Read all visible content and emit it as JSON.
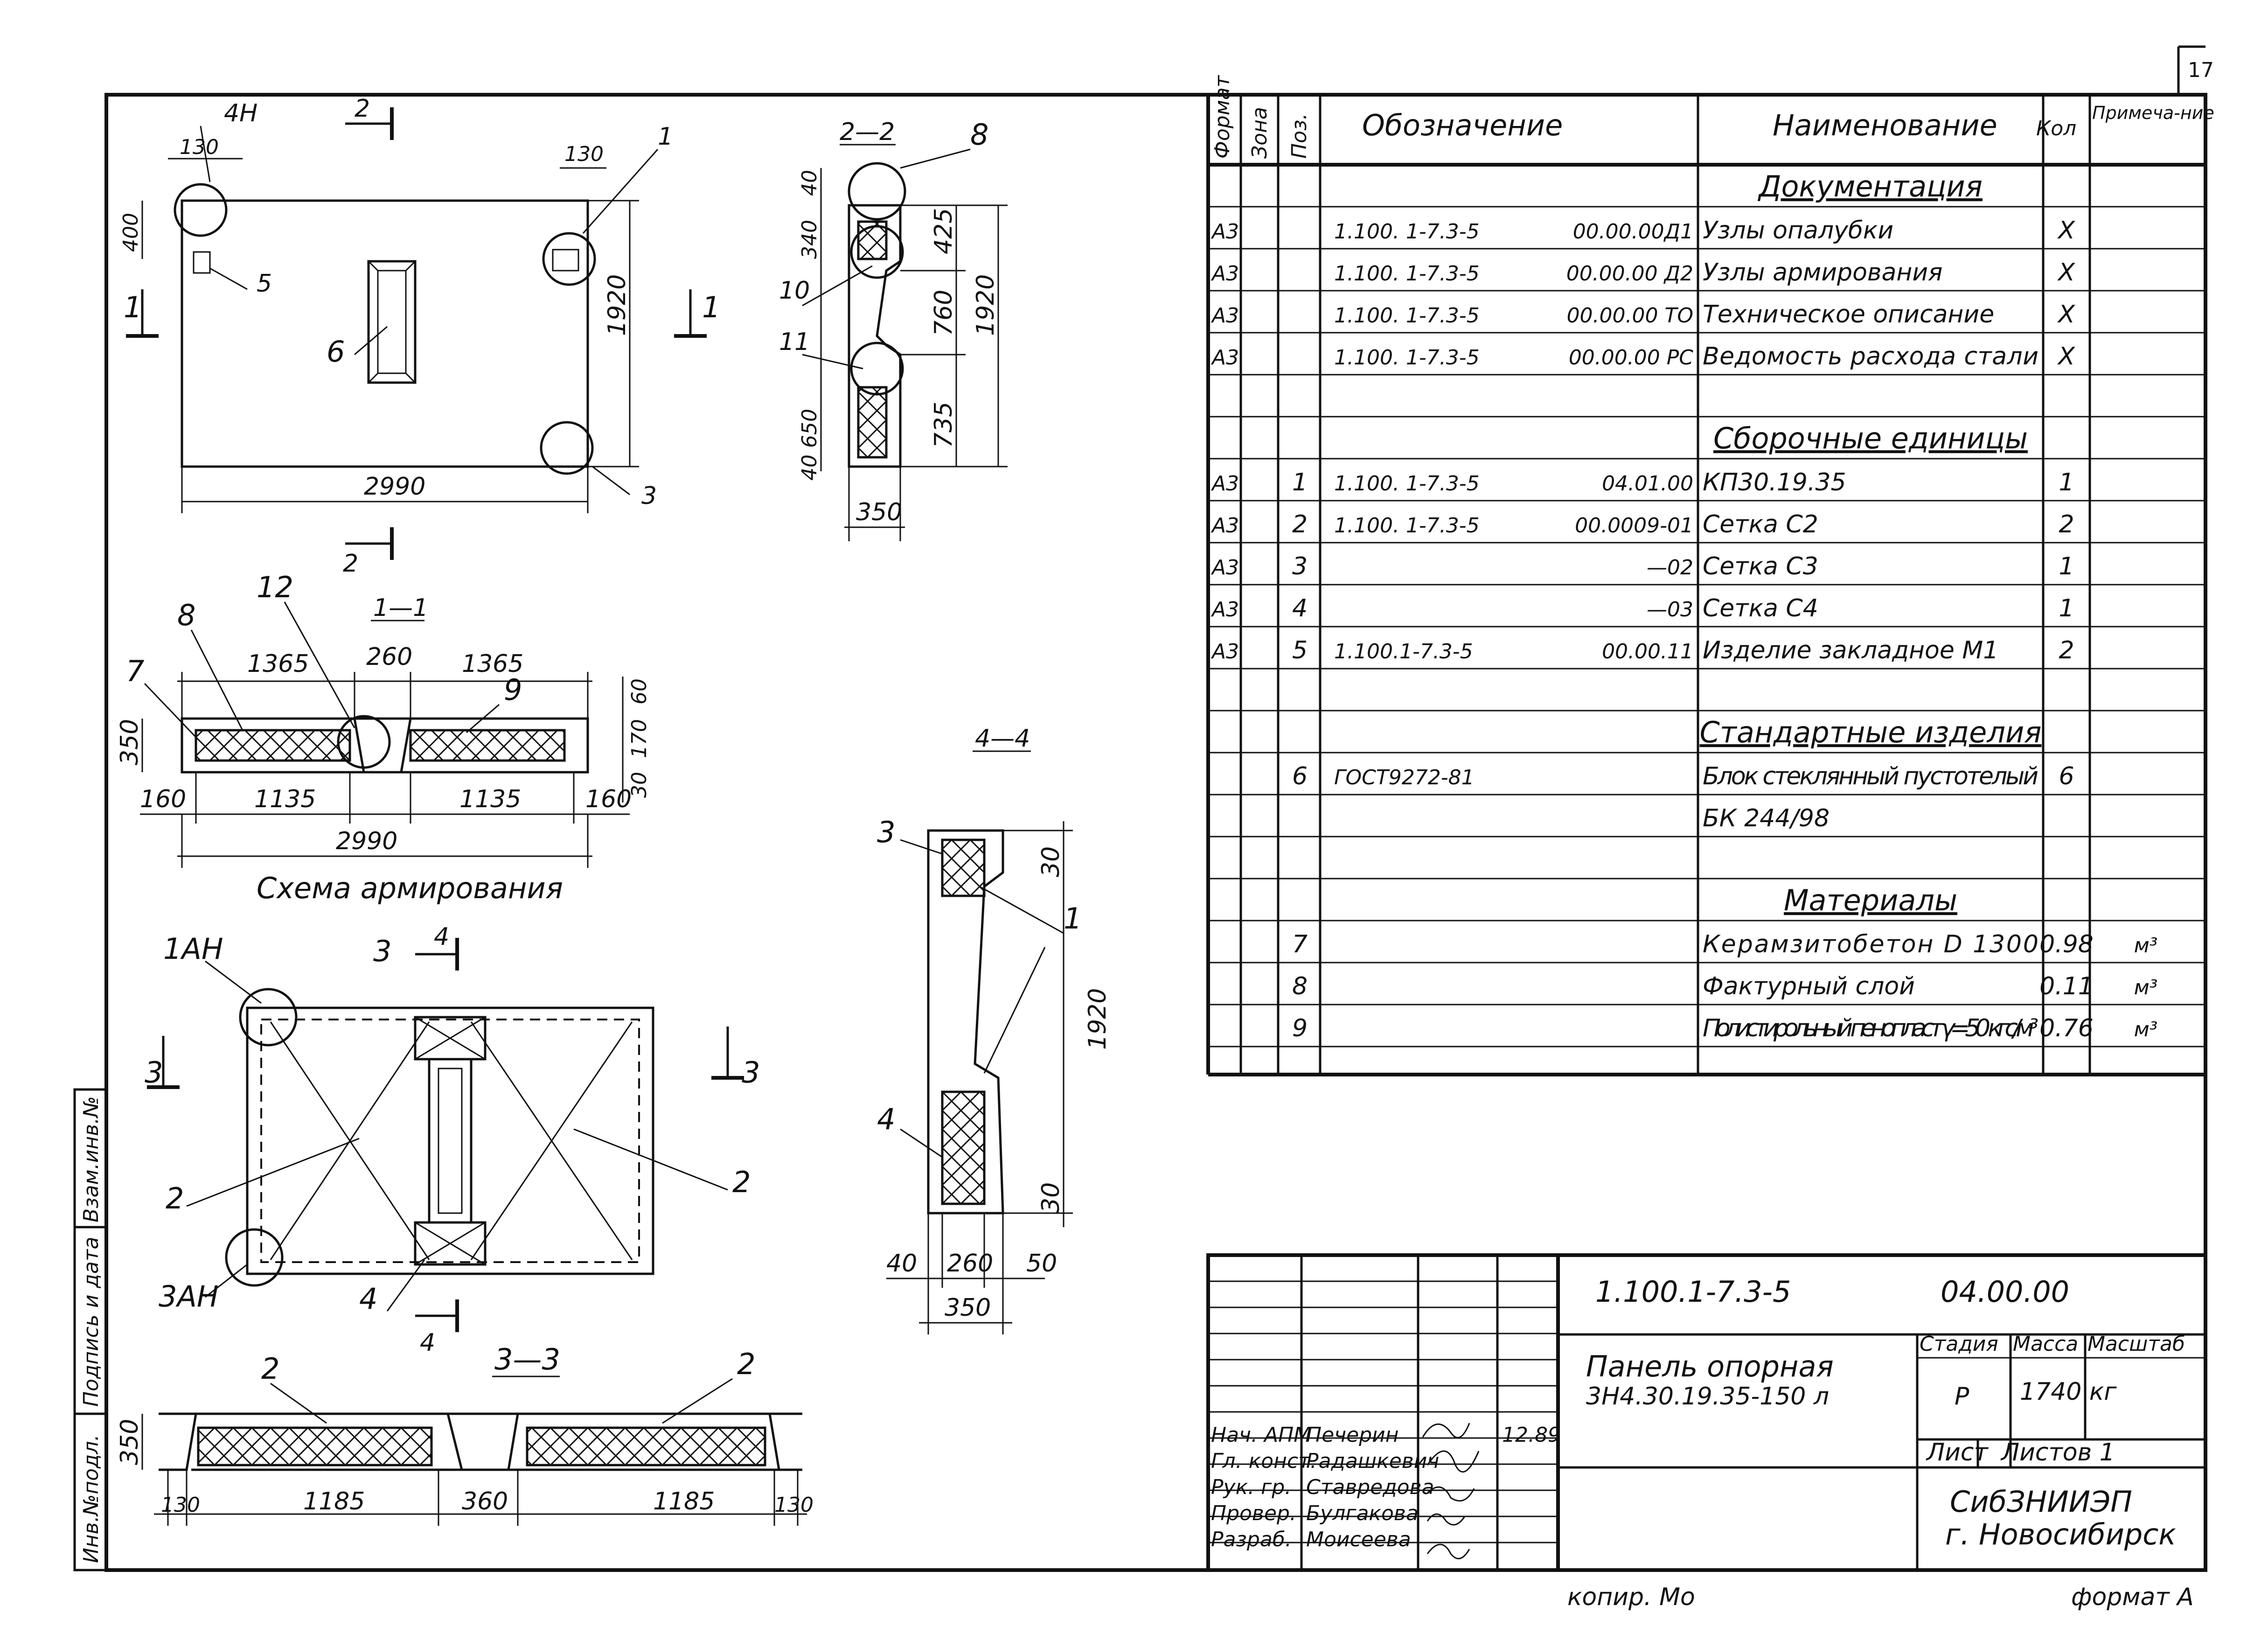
{
  "sheet_number": "17",
  "stamps": {
    "copied": "копир. Мо",
    "format": "формат А"
  },
  "side_stamp": [
    "Инв.№подл.",
    "Подпись и дата",
    "Взам.инв.№"
  ],
  "views": {
    "plan": {
      "dims": [
        "130",
        "130",
        "400",
        "1920",
        "2990"
      ],
      "marks": [
        "4Н",
        "2",
        "2",
        "1",
        "1",
        "1",
        "3",
        "5",
        "6"
      ]
    },
    "section_2_2": {
      "title": "2—2",
      "dims": [
        "40",
        "340",
        "425",
        "760",
        "1920",
        "650",
        "735",
        "40",
        "350"
      ],
      "marks": [
        "8",
        "10",
        "11"
      ]
    },
    "section_1_1": {
      "title": "1—1",
      "dims": [
        "1365",
        "260",
        "1365",
        "60",
        "350",
        "170",
        "30",
        "160",
        "1135",
        "1135",
        "160",
        "2990"
      ],
      "marks": [
        "8",
        "12",
        "7",
        "9"
      ]
    },
    "scheme": {
      "title": "Схема армирования",
      "marks": [
        "1АН",
        "3",
        "4",
        "3",
        "3",
        "2",
        "2",
        "3АН",
        "4",
        "4"
      ]
    },
    "section_4_4": {
      "title": "4—4",
      "dims": [
        "30",
        "1920",
        "30",
        "40",
        "260",
        "50",
        "350"
      ],
      "marks": [
        "3",
        "1",
        "4"
      ]
    },
    "section_3_3": {
      "title": "3—3",
      "dims": [
        "350",
        "130",
        "1185",
        "360",
        "1185",
        "130"
      ],
      "marks": [
        "2",
        "2"
      ]
    }
  },
  "spec": {
    "headers": [
      "Формат",
      "Зона",
      "Поз.",
      "Обозначение",
      "Наименование",
      "Кол",
      "Примеча-ние"
    ],
    "rows": [
      {
        "fmt": "",
        "pos": "",
        "code": "",
        "code2": "",
        "name": "Документация",
        "qty": "",
        "note": "",
        "section": true
      },
      {
        "fmt": "А3",
        "pos": "",
        "code": "1.100. 1-7.3-5",
        "code2": "00.00.00Д1",
        "name": "Узлы опалубки",
        "qty": "X",
        "note": ""
      },
      {
        "fmt": "А3",
        "pos": "",
        "code": "1.100. 1-7.3-5",
        "code2": "00.00.00 Д2",
        "name": "Узлы армирования",
        "qty": "X",
        "note": ""
      },
      {
        "fmt": "А3",
        "pos": "",
        "code": "1.100. 1-7.3-5",
        "code2": "00.00.00 ТО",
        "name": "Техническое описание",
        "qty": "X",
        "note": ""
      },
      {
        "fmt": "А3",
        "pos": "",
        "code": "1.100. 1-7.3-5",
        "code2": "00.00.00 РС",
        "name": "Ведомость расхода стали",
        "qty": "X",
        "note": ""
      },
      {
        "fmt": "",
        "pos": "",
        "code": "",
        "code2": "",
        "name": "",
        "qty": "",
        "note": ""
      },
      {
        "fmt": "",
        "pos": "",
        "code": "",
        "code2": "",
        "name": "Сборочные единицы",
        "qty": "",
        "note": "",
        "section": true
      },
      {
        "fmt": "А3",
        "pos": "1",
        "code": "1.100. 1-7.3-5",
        "code2": "04.01.00",
        "name": "КП30.19.35",
        "qty": "1",
        "note": ""
      },
      {
        "fmt": "А3",
        "pos": "2",
        "code": "1.100. 1-7.3-5",
        "code2": "00.0009-01",
        "name": "Сетка С2",
        "qty": "2",
        "note": ""
      },
      {
        "fmt": "А3",
        "pos": "3",
        "code": "",
        "code2": "—02",
        "name": "Сетка С3",
        "qty": "1",
        "note": ""
      },
      {
        "fmt": "А3",
        "pos": "4",
        "code": "",
        "code2": "—03",
        "name": "Сетка С4",
        "qty": "1",
        "note": ""
      },
      {
        "fmt": "А3",
        "pos": "5",
        "code": "1.100.1-7.3-5",
        "code2": "00.00.11",
        "name": "Изделие закладное М1",
        "qty": "2",
        "note": ""
      },
      {
        "fmt": "",
        "pos": "",
        "code": "",
        "code2": "",
        "name": "",
        "qty": "",
        "note": ""
      },
      {
        "fmt": "",
        "pos": "",
        "code": "",
        "code2": "",
        "name": "Стандартные изделия",
        "qty": "",
        "note": "",
        "section": true
      },
      {
        "fmt": "",
        "pos": "6",
        "code": "ГОСТ9272-81",
        "code2": "",
        "name": "Блок стеклянный пустотелый",
        "qty": "6",
        "note": ""
      },
      {
        "fmt": "",
        "pos": "",
        "code": "",
        "code2": "",
        "name": "БК 244/98",
        "qty": "",
        "note": ""
      },
      {
        "fmt": "",
        "pos": "",
        "code": "",
        "code2": "",
        "name": "",
        "qty": "",
        "note": ""
      },
      {
        "fmt": "",
        "pos": "",
        "code": "",
        "code2": "",
        "name": "Материалы",
        "qty": "",
        "note": "",
        "section": true
      },
      {
        "fmt": "",
        "pos": "7",
        "code": "",
        "code2": "",
        "name": "Керамзитобетон D 1300",
        "qty": "0.98",
        "note": "м³"
      },
      {
        "fmt": "",
        "pos": "8",
        "code": "",
        "code2": "",
        "name": "Фактурный слой",
        "qty": "0.11",
        "note": "м³"
      },
      {
        "fmt": "",
        "pos": "9",
        "code": "",
        "code2": "",
        "name": "Полистирольный пенопласт γ=50 кгс/м³",
        "qty": "0.76",
        "note": "м³"
      }
    ]
  },
  "title_block": {
    "designation": "1.100.1-7.3-5",
    "designation2": "04.00.00",
    "name_line1": "Панель опорная",
    "name_line2": "3Н4.30.19.35-150 л",
    "stage_label": "Стадия",
    "mass_label": "Масса",
    "scale_label": "Масштаб",
    "stage": "Р",
    "mass": "1740 кг",
    "sheet_label": "Лист",
    "sheets_label": "Листов 1",
    "org_line1": "СибЗНИИЭП",
    "org_line2": "г. Новосибирск",
    "date": "12.89",
    "signatures": [
      {
        "role": "Нач. АПМ",
        "name": "Печерин"
      },
      {
        "role": "Гл. конст.",
        "name": "Радашкевич"
      },
      {
        "role": "Рук. гр.",
        "name": "Ставредова"
      },
      {
        "role": "Провер.",
        "name": "Булгакова"
      },
      {
        "role": "Разраб.",
        "name": "Моисеева"
      }
    ]
  }
}
